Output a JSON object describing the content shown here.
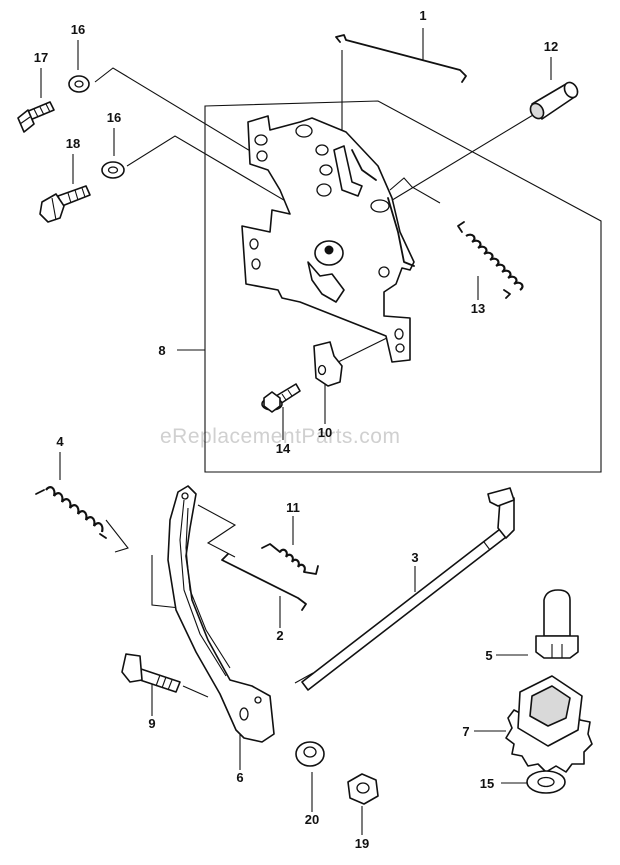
{
  "diagram": {
    "watermark": "eReplacementParts.com",
    "callouts": [
      {
        "id": "c1",
        "label": "1"
      },
      {
        "id": "c2",
        "label": "2"
      },
      {
        "id": "c3",
        "label": "3"
      },
      {
        "id": "c4",
        "label": "4"
      },
      {
        "id": "c5",
        "label": "5"
      },
      {
        "id": "c6",
        "label": "6"
      },
      {
        "id": "c7",
        "label": "7"
      },
      {
        "id": "c8",
        "label": "8"
      },
      {
        "id": "c9",
        "label": "9"
      },
      {
        "id": "c10",
        "label": "10"
      },
      {
        "id": "c11",
        "label": "11"
      },
      {
        "id": "c12",
        "label": "12"
      },
      {
        "id": "c13",
        "label": "13"
      },
      {
        "id": "c14",
        "label": "14"
      },
      {
        "id": "c15",
        "label": "15"
      },
      {
        "id": "c16a",
        "label": "16"
      },
      {
        "id": "c16b",
        "label": "16"
      },
      {
        "id": "c17",
        "label": "17"
      },
      {
        "id": "c18",
        "label": "18"
      },
      {
        "id": "c19",
        "label": "19"
      },
      {
        "id": "c20",
        "label": "20"
      }
    ]
  }
}
